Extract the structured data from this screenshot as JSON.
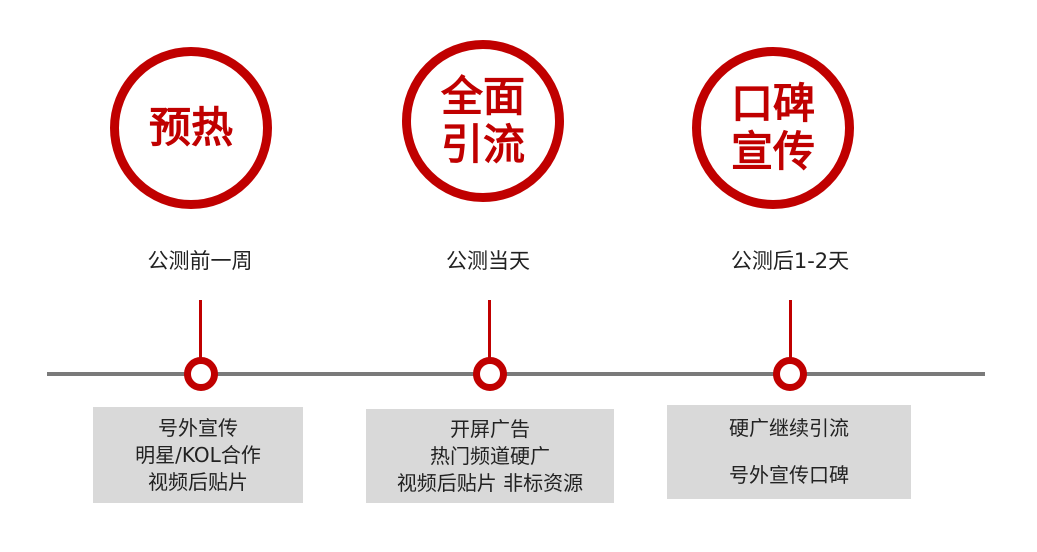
{
  "phases": [
    {
      "circle_lines": [
        "预热"
      ],
      "label": "公测前一周",
      "details": [
        "号外宣传",
        "明星/KOL合作",
        "视频后贴片"
      ]
    },
    {
      "circle_lines": [
        "全面",
        "引流"
      ],
      "label": "公测当天",
      "details": [
        "开屏广告",
        "热门频道硬广",
        "视频后贴片 非标资源"
      ]
    },
    {
      "circle_lines": [
        "口碑",
        "宣传"
      ],
      "label": "公测后1-2天",
      "details": [
        "硬广继续引流",
        "号外宣传口碑"
      ]
    }
  ],
  "colors": {
    "accent": "#c00000",
    "timeline": "#7a7a7a",
    "box_bg": "#d9d9d9",
    "text": "#222222"
  }
}
